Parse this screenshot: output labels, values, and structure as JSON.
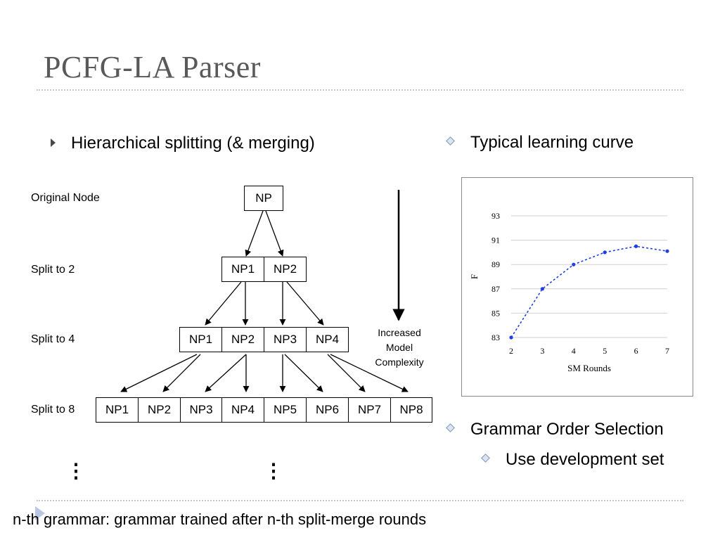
{
  "title": "PCFG-LA Parser",
  "left": {
    "bullet": "Hierarchical splitting  (& merging)",
    "rows": [
      {
        "label": "Original Node",
        "nodes": [
          "NP"
        ]
      },
      {
        "label": "Split to 2",
        "nodes": [
          "NP1",
          "NP2"
        ]
      },
      {
        "label": "Split to 4",
        "nodes": [
          "NP1",
          "NP2",
          "NP3",
          "NP4"
        ]
      },
      {
        "label": "Split to 8",
        "nodes": [
          "NP1",
          "NP2",
          "NP3",
          "NP4",
          "NP5",
          "NP6",
          "NP7",
          "NP8"
        ]
      }
    ],
    "annotation": [
      "Increased",
      "Model",
      "Complexity"
    ],
    "ellipsis": "⋮"
  },
  "right": {
    "bullet1": "Typical learning curve",
    "bullet2": "Grammar Order Selection",
    "sub_bullet": "Use development set"
  },
  "footer": "n-th grammar: grammar trained after n-th split-merge rounds",
  "colors": {
    "title": "#595959",
    "series": "#1f3fe0",
    "bullet_diamond": "#7d95b9"
  },
  "chart_data": {
    "type": "line",
    "x": [
      2,
      3,
      4,
      5,
      6,
      7
    ],
    "series": [
      {
        "values": [
          83,
          87,
          89,
          90,
          90.5,
          90.1
        ]
      }
    ],
    "xlabel": "SM Rounds",
    "ylabel": "F",
    "xticks": [
      2,
      3,
      4,
      5,
      6,
      7
    ],
    "yticks": [
      83,
      85,
      87,
      89,
      91,
      93
    ],
    "xlim": [
      2,
      7
    ],
    "ylim": [
      83,
      93
    ],
    "grid": true,
    "line_style": "dotted"
  }
}
